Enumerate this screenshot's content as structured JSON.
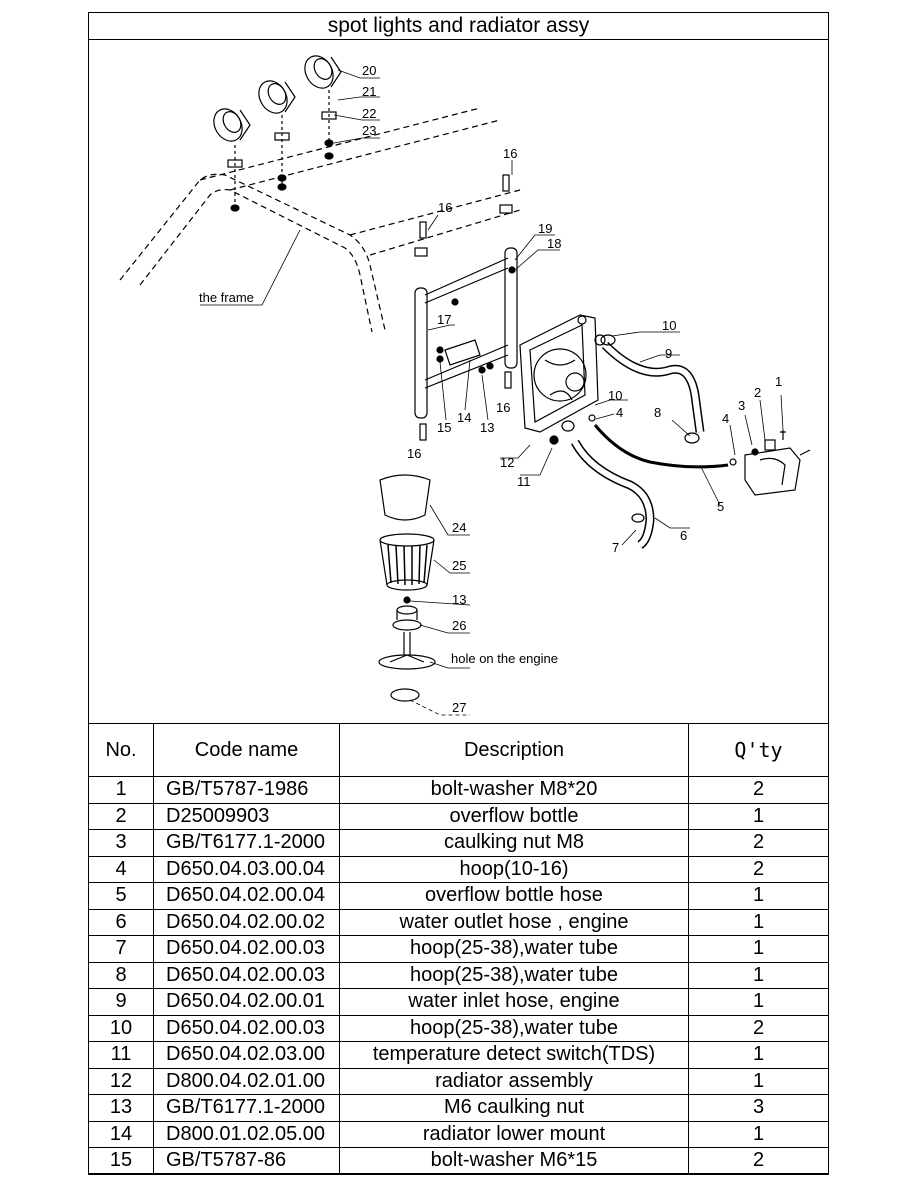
{
  "title": "spot lights and radiator assy",
  "diagram": {
    "callouts": [
      "20",
      "21",
      "22",
      "23",
      "16",
      "16",
      "19",
      "18",
      "17",
      "10",
      "9",
      "15",
      "14",
      "13",
      "16",
      "10",
      "4",
      "8",
      "4",
      "3",
      "2",
      "1",
      "12",
      "11",
      "16",
      "5",
      "24",
      "6",
      "7",
      "25",
      "13",
      "26",
      "27"
    ],
    "labels": {
      "frame": "the frame",
      "hole": "hole on the engine"
    }
  },
  "table": {
    "headers": {
      "no": "No.",
      "code": "Code name",
      "desc": "Description",
      "qty": "Q'ty"
    },
    "rows": [
      {
        "no": "1",
        "code": "GB/T5787-1986",
        "desc": "bolt-washer M8*20",
        "qty": "2"
      },
      {
        "no": "2",
        "code": "D25009903",
        "desc": "overflow bottle",
        "qty": "1"
      },
      {
        "no": "3",
        "code": "GB/T6177.1-2000",
        "desc": "caulking nut M8",
        "qty": "2"
      },
      {
        "no": "4",
        "code": "D650.04.03.00.04",
        "desc": "hoop(10-16)",
        "qty": "2"
      },
      {
        "no": "5",
        "code": "D650.04.02.00.04",
        "desc": "overflow bottle hose",
        "qty": "1"
      },
      {
        "no": "6",
        "code": "D650.04.02.00.02",
        "desc": "water outlet hose , engine",
        "qty": "1"
      },
      {
        "no": "7",
        "code": "D650.04.02.00.03",
        "desc": "hoop(25-38),water tube",
        "qty": "1"
      },
      {
        "no": "8",
        "code": "D650.04.02.00.03",
        "desc": "hoop(25-38),water tube",
        "qty": "1"
      },
      {
        "no": "9",
        "code": "D650.04.02.00.01",
        "desc": "water inlet hose, engine",
        "qty": "1"
      },
      {
        "no": "10",
        "code": "D650.04.02.00.03",
        "desc": "hoop(25-38),water tube",
        "qty": "2"
      },
      {
        "no": "11",
        "code": "D650.04.02.03.00",
        "desc": "temperature detect switch(TDS)",
        "qty": "1"
      },
      {
        "no": "12",
        "code": "D800.04.02.01.00",
        "desc": "radiator assembly",
        "qty": "1"
      },
      {
        "no": "13",
        "code": "GB/T6177.1-2000",
        "desc": "M6 caulking nut",
        "qty": "3"
      },
      {
        "no": "14",
        "code": "D800.01.02.05.00",
        "desc": "radiator lower mount",
        "qty": "1"
      },
      {
        "no": "15",
        "code": "GB/T5787-86",
        "desc": "bolt-washer M6*15",
        "qty": "2"
      }
    ]
  }
}
